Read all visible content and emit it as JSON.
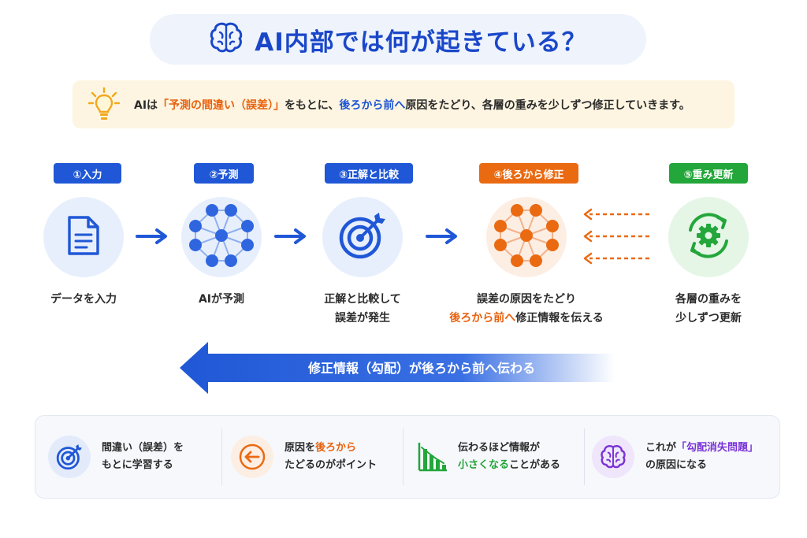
{
  "title": {
    "text": "AI内部では何が起きている？",
    "icon": "brain-icon"
  },
  "hint": {
    "icon": "lightbulb-icon",
    "seg1": "AIは",
    "seg2": "「予測の間違い（誤差）」",
    "seg3": "をもとに、",
    "seg4": "後ろから前へ",
    "seg5": "原因をたどり、各層の重みを少しずつ修正していきます。"
  },
  "steps": [
    {
      "badge": "①入力",
      "badge_color": "#1f57d6",
      "icon": "document-icon",
      "lines": [
        "データを入力"
      ]
    },
    {
      "badge": "②予測",
      "badge_color": "#1f57d6",
      "icon": "network-icon",
      "lines": [
        "AIが予測"
      ]
    },
    {
      "badge": "③正解と比較",
      "badge_color": "#1f57d6",
      "icon": "target-icon",
      "lines": [
        "正解と比較して",
        "誤差が発生"
      ]
    },
    {
      "badge": "④後ろから修正",
      "badge_color": "#ea6a12",
      "icon": "network-orange-icon",
      "line1": "誤差の原因をたどり",
      "line2_highlight": "後ろから前へ",
      "line2_rest": "修正情報を伝える"
    },
    {
      "badge": "⑤重み更新",
      "badge_color": "#23a63a",
      "icon": "gear-refresh-icon",
      "lines": [
        "各層の重みを",
        "少しずつ更新"
      ]
    }
  ],
  "backflow": {
    "label": "修正情報（勾配）が後ろから前へ伝わる",
    "color": "#1f57d6"
  },
  "notes": [
    {
      "icon": "target-icon",
      "line1": "間違い（誤差）を",
      "line2": "もとに学習する"
    },
    {
      "icon": "arrow-left-icon",
      "line1_a": "原因を",
      "line1_b": "後ろから",
      "line2": "たどるのがポイント"
    },
    {
      "icon": "bar-chart-down-icon",
      "line1": "伝わるほど情報が",
      "line2_a": "小さくなる",
      "line2_b": "ことがある"
    },
    {
      "icon": "brain-icon",
      "line1_a": "これが",
      "line1_b": "「勾配消失問題」",
      "line2": "の原因になる"
    }
  ],
  "colors": {
    "blue": "#1f57d6",
    "orange": "#ea6a12",
    "green": "#23a63a",
    "purple": "#7b34d6"
  }
}
